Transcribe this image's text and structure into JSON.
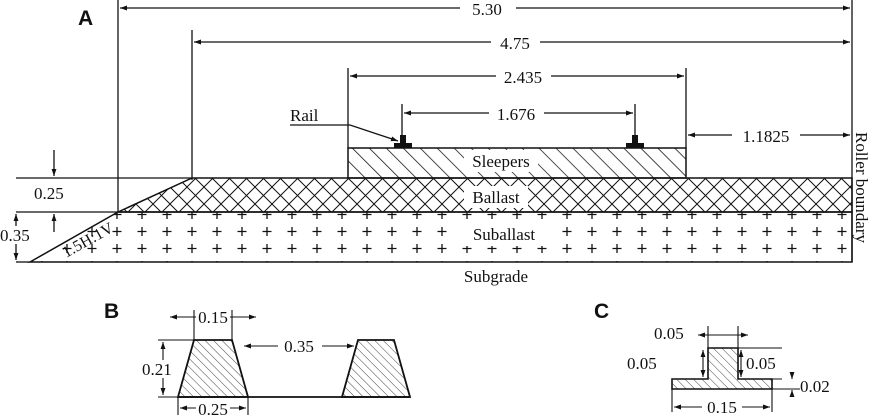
{
  "panels": {
    "a": "A",
    "b": "B",
    "c": "C"
  },
  "dimensions": {
    "overall_width": "5.30",
    "ballast_top_width": "4.75",
    "sleeper_length": "2.435",
    "track_gauge": "1.676",
    "shoulder_width": "1.1825",
    "ballast_depth": "0.25",
    "subballast_depth": "0.35",
    "slope": "1.5H:1V"
  },
  "layers": {
    "rail": "Rail",
    "sleepers": "Sleepers",
    "ballast": "Ballast",
    "suballast": "Suballast",
    "subgrade": "Subgrade",
    "roller": "Roller boundary"
  },
  "sleeper_detail": {
    "top_width": "0.15",
    "height": "0.21",
    "spacing": "0.35",
    "bottom_width": "0.25"
  },
  "rail_detail": {
    "head_width": "0.05",
    "head_height": "0.05",
    "web_height": "0.05",
    "base_height": "0.02",
    "base_width": "0.15"
  },
  "colors": {
    "line": "#111111",
    "background": "#ffffff"
  }
}
